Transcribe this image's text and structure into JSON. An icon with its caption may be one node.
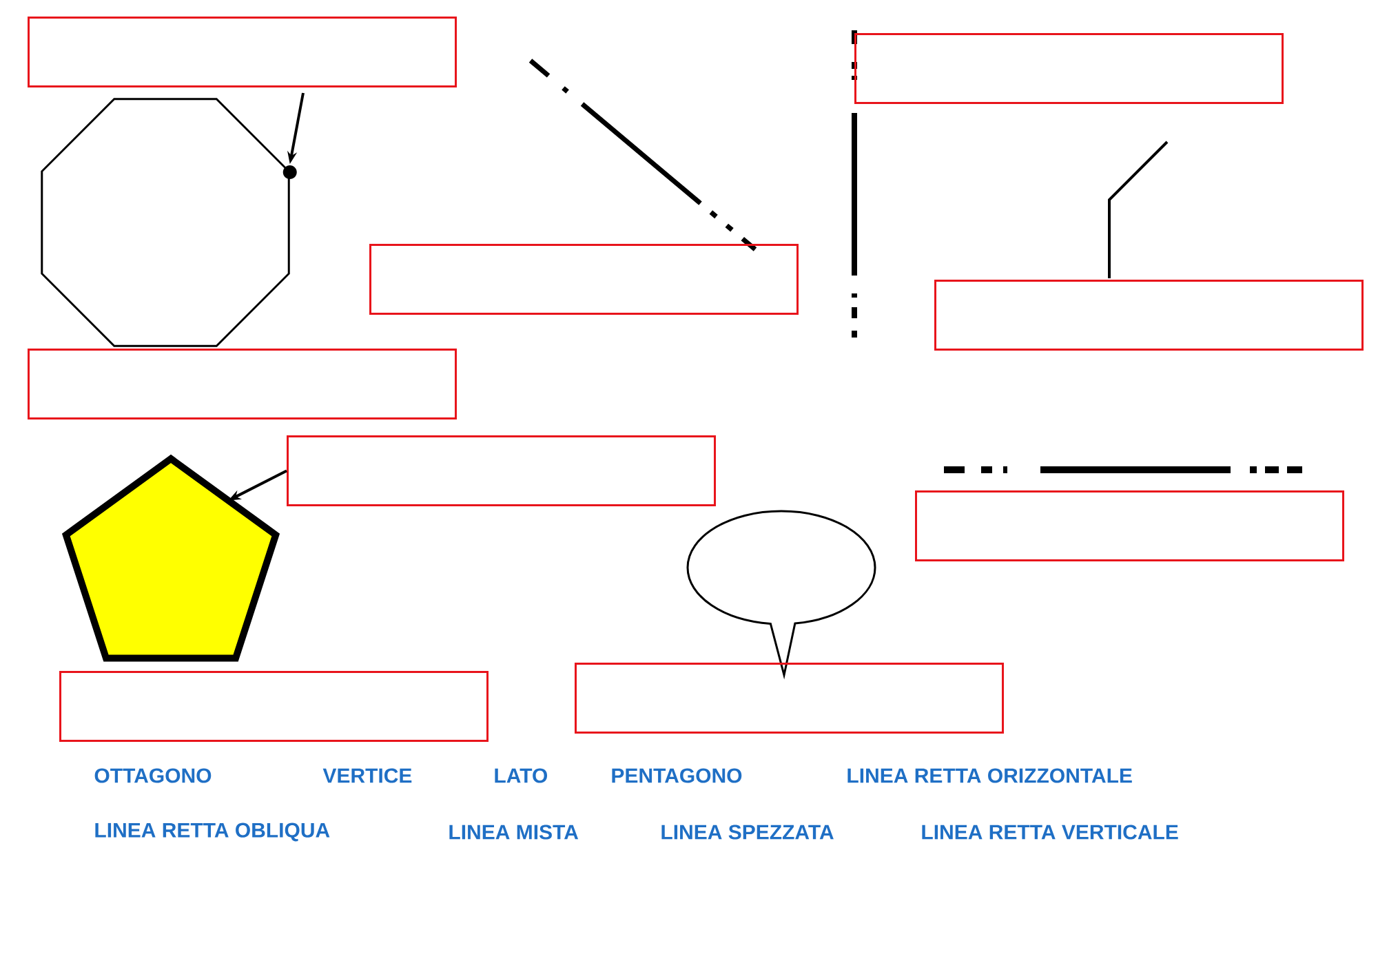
{
  "diagram": {
    "nodes": [
      {
        "text": [],
        "shape": "box"
      },
      {
        "text": [],
        "shape": "octagon"
      },
      {
        "text": [],
        "shape": "box"
      },
      {
        "text": [],
        "shape": "box"
      },
      {
        "text": [],
        "shape": "box"
      },
      {
        "text": [],
        "shape": "box"
      },
      {
        "text": [],
        "shape": "box"
      },
      {
        "text": [],
        "shape": "pentagon"
      },
      {
        "text": [],
        "shape": "box"
      },
      {
        "text": [],
        "shape": "bubble"
      },
      {
        "text": [],
        "shape": "box"
      },
      {
        "text": [],
        "shape": "box"
      }
    ],
    "edges": [
      {
        "from": 0,
        "to": 1,
        "arrow": "to"
      },
      {
        "from": 6,
        "to": 7,
        "arrow": "to"
      }
    ],
    "labels": [
      "OTTAGONO",
      "VERTICE",
      "LATO",
      "PENTAGONO",
      "LINEA RETTA ORIZZONTALE",
      "LINEA RETTA OBLIQUA",
      "LINEA MISTA",
      "LINEA SPEZZATA",
      "LINEA RETTA VERTICALE"
    ]
  }
}
